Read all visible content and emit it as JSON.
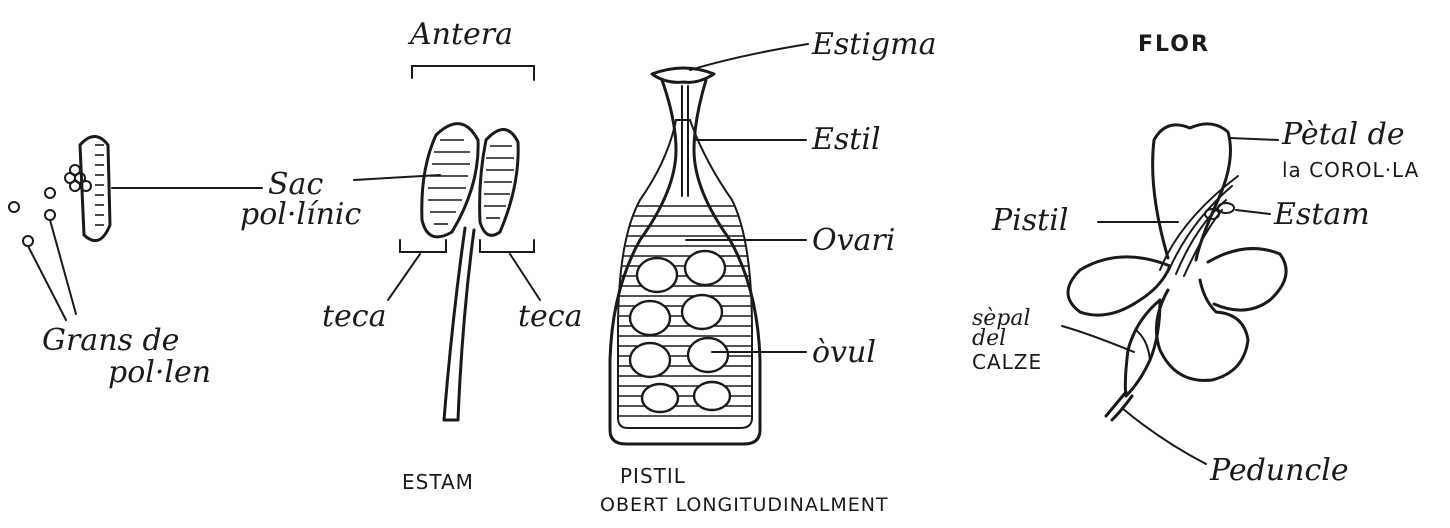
{
  "labels": {
    "antera": "Antera",
    "sac_line1": "Sac",
    "sac_line2": "pol·línic",
    "teca_left": "teca",
    "teca_right": "teca",
    "grans_line1": "Grans de",
    "grans_line2": "pol·len",
    "estigma": "Estigma",
    "estil": "Estil",
    "ovari": "Ovari",
    "ovul": "òvul",
    "petal_line1": "Pètal de",
    "petal_line2": "la COROL·LA",
    "pistil_flor": "Pistil",
    "estam_flor": "Estam",
    "sepal_line1": "sèpal",
    "sepal_line2": "del",
    "sepal_line3": "CALZE",
    "peduncle": "Peduncle"
  },
  "captions": {
    "estam": "ESTAM",
    "pistil": "PISTIL",
    "pistil_sub": "OBERT LONGITUDINALMENT",
    "flor": "FLOR"
  }
}
